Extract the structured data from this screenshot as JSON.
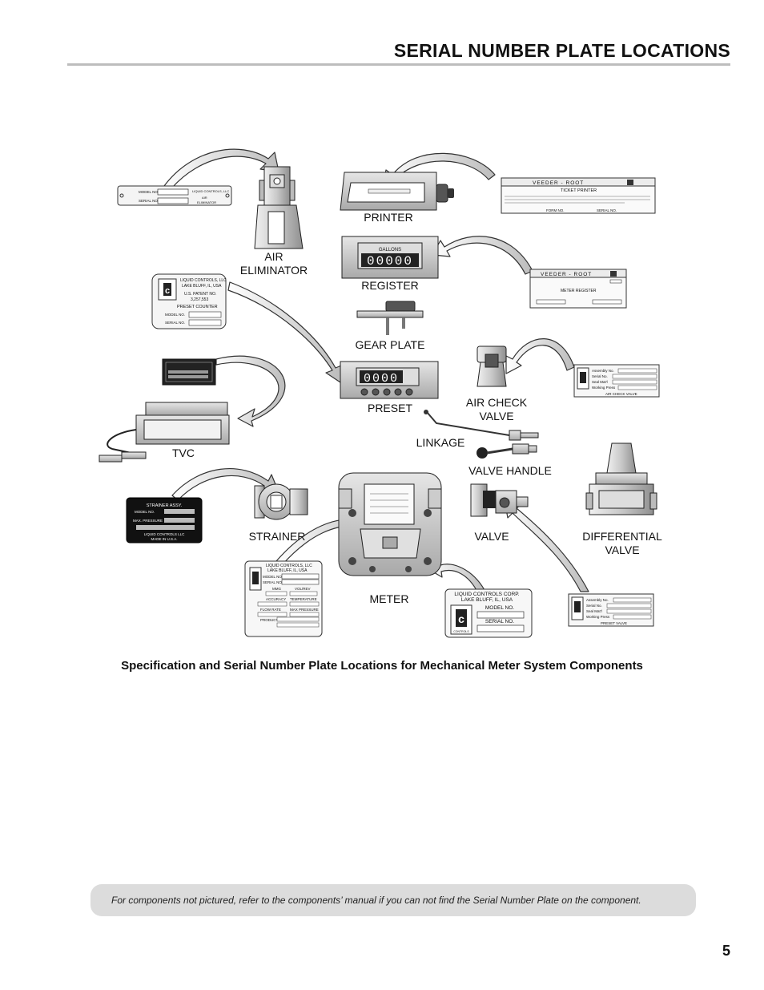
{
  "page": {
    "title": "SERIAL NUMBER PLATE LOCATIONS",
    "caption": "Specification and Serial Number Plate Locations for Mechanical Meter System Components",
    "note": "For components not pictured, refer to the components’ manual if you can not find the Serial Number Plate on the component.",
    "page_number": "5"
  },
  "components": {
    "printer": "PRINTER",
    "air_eliminator_1": "AIR",
    "air_eliminator_2": "ELIMINATOR",
    "register": "REGISTER",
    "gear_plate": "GEAR PLATE",
    "preset": "PRESET",
    "air_check_valve_1": "AIR CHECK",
    "air_check_valve_2": "VALVE",
    "linkage": "LINKAGE",
    "valve_handle": "VALVE HANDLE",
    "tvc": "TVC",
    "strainer": "STRAINER",
    "valve": "VALVE",
    "differential_valve_1": "DIFFERENTIAL",
    "differential_valve_2": "VALVE",
    "meter": "METER"
  },
  "displays": {
    "register_digits": "00000",
    "register_unit": "GALLONS",
    "preset_digits": "0000"
  },
  "plates": {
    "air_eliminator": {
      "model": "MODEL NO.",
      "serial": "SERIAL NO.",
      "company": "LIQUID CONTROLS, LLC",
      "product_1": "AIR",
      "product_2": "ELIMINATOR"
    },
    "ticket_printer": {
      "brand": "VEEDER - ROOT",
      "product": "TICKET PRINTER",
      "form": "FORM NO.",
      "serial": "SERIAL NO."
    },
    "meter_register": {
      "brand": "VEEDER - ROOT",
      "product": "METER REGISTER"
    },
    "preset_counter": {
      "company": "LIQUID CONTROLS, LLC",
      "location": "LAKE BLUFF, IL, USA",
      "patent_label": "U.S. PATENT NO.",
      "patent_no": "3,257,553",
      "product": "PRESET COUNTER",
      "model": "MODEL NO.",
      "serial": "SERIAL NO."
    },
    "air_check_valve": {
      "assembly": "Assembly No.",
      "serial": "Serial No.",
      "seal": "Seal Mat'l",
      "working": "Working Press",
      "product": "AIR CHECK VALVE"
    },
    "strainer": {
      "title": "STRAINER ASSY.",
      "model": "MODEL NO.",
      "pressure": "MAX. PRESSURE",
      "company": "LIQUID CONTROLS LLC",
      "made": "MADE IN U.S.A."
    },
    "meter": {
      "company": "LIQUID CONTROLS, LLC",
      "location": "LAKE BLUFF, IL, USA",
      "model": "MODEL NO.",
      "serial": "SERIAL NO.",
      "mmg": "MMG",
      "volrev": "VOL/REV",
      "accuracy": "ACCURACY",
      "temperature": "TEMPERATURE",
      "flow": "FLOW RATE",
      "pressure": "MAX PRESSURE",
      "product": "PRODUCT"
    },
    "corp": {
      "company": "LIQUID CONTROLS CORP.",
      "location": "LAKE BLUFF, IL, USA",
      "model": "MODEL NO.",
      "serial": "SERIAL NO.",
      "logo_text": "CONTROLS"
    },
    "preset_valve": {
      "assembly": "Assembly No.",
      "serial": "Serial No.",
      "seal": "Seal Mat'l",
      "working": "Working Press",
      "product": "PRESET VALVE"
    }
  }
}
